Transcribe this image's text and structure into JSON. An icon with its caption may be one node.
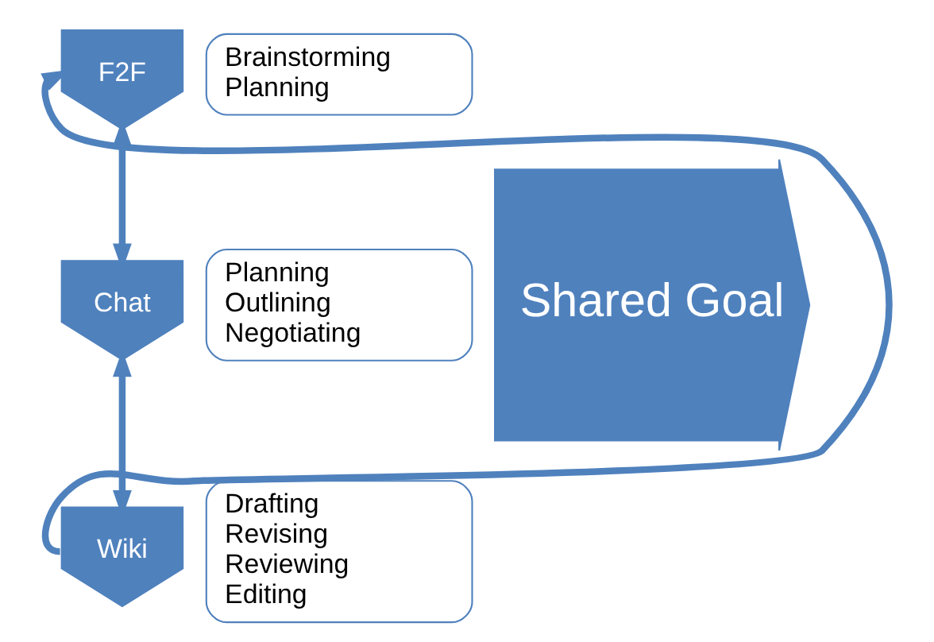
{
  "diagram": {
    "nodes": [
      {
        "text": [
          "F2F"
        ]
      },
      {
        "text": [
          "Brainstorming",
          "Planning"
        ]
      },
      {
        "text": [
          "Chat"
        ]
      },
      {
        "text": [
          "Planning",
          "Outlining",
          "Negotiating"
        ]
      },
      {
        "text": [
          "Wiki"
        ]
      },
      {
        "text": [
          "Drafting",
          "Revising",
          "Reviewing",
          "Editing"
        ]
      },
      {
        "text": [
          "Shared Goal"
        ]
      }
    ],
    "edges": [
      {
        "from": 0,
        "to": 2,
        "arrow": "both"
      },
      {
        "from": 2,
        "to": 4,
        "arrow": "both"
      },
      {
        "from": 4,
        "to": 0,
        "arrow": "to"
      }
    ]
  }
}
